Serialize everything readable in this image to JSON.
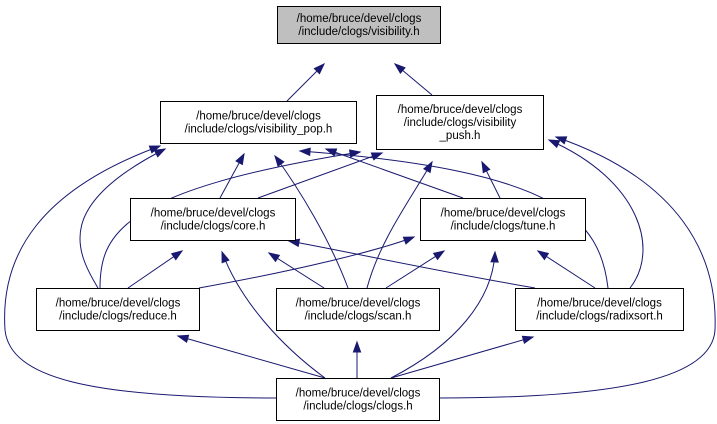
{
  "graph": {
    "edge_color": "#191970",
    "root_fill": "#bfbfbf",
    "nodes": [
      {
        "id": "visibility",
        "name": "node-visibility-h",
        "root": true,
        "lines": [
          "/home/bruce/devel/clogs",
          "/include/clogs/visibility.h"
        ]
      },
      {
        "id": "visibility_pop",
        "name": "node-visibility-pop-h",
        "lines": [
          "/home/bruce/devel/clogs",
          "/include/clogs/visibility_pop.h"
        ]
      },
      {
        "id": "visibility_push",
        "name": "node-visibility-push-h",
        "lines": [
          "/home/bruce/devel/clogs",
          "/include/clogs/visibility",
          "_push.h"
        ]
      },
      {
        "id": "core",
        "name": "node-core-h",
        "lines": [
          "/home/bruce/devel/clogs",
          "/include/clogs/core.h"
        ]
      },
      {
        "id": "tune",
        "name": "node-tune-h",
        "lines": [
          "/home/bruce/devel/clogs",
          "/include/clogs/tune.h"
        ]
      },
      {
        "id": "reduce",
        "name": "node-reduce-h",
        "lines": [
          "/home/bruce/devel/clogs",
          "/include/clogs/reduce.h"
        ]
      },
      {
        "id": "scan",
        "name": "node-scan-h",
        "lines": [
          "/home/bruce/devel/clogs",
          "/include/clogs/scan.h"
        ]
      },
      {
        "id": "radixsort",
        "name": "node-radixsort-h",
        "lines": [
          "/home/bruce/devel/clogs",
          "/include/clogs/radixsort.h"
        ]
      },
      {
        "id": "clogs",
        "name": "node-clogs-h",
        "lines": [
          "/home/bruce/devel/clogs",
          "/include/clogs/clogs.h"
        ]
      }
    ],
    "edges": [
      {
        "from": "visibility_pop",
        "to": "visibility"
      },
      {
        "from": "visibility_push",
        "to": "visibility"
      },
      {
        "from": "core",
        "to": "visibility_pop"
      },
      {
        "from": "tune",
        "to": "visibility_pop"
      },
      {
        "from": "reduce",
        "to": "visibility_pop"
      },
      {
        "from": "scan",
        "to": "visibility_pop"
      },
      {
        "from": "radixsort",
        "to": "visibility_pop"
      },
      {
        "from": "clogs",
        "to": "visibility_pop"
      },
      {
        "from": "core",
        "to": "visibility_push"
      },
      {
        "from": "tune",
        "to": "visibility_push"
      },
      {
        "from": "reduce",
        "to": "visibility_push"
      },
      {
        "from": "scan",
        "to": "visibility_push"
      },
      {
        "from": "radixsort",
        "to": "visibility_push"
      },
      {
        "from": "clogs",
        "to": "visibility_push"
      },
      {
        "from": "reduce",
        "to": "core"
      },
      {
        "from": "scan",
        "to": "core"
      },
      {
        "from": "radixsort",
        "to": "core"
      },
      {
        "from": "clogs",
        "to": "core"
      },
      {
        "from": "reduce",
        "to": "tune"
      },
      {
        "from": "scan",
        "to": "tune"
      },
      {
        "from": "radixsort",
        "to": "tune"
      },
      {
        "from": "clogs",
        "to": "tune"
      },
      {
        "from": "clogs",
        "to": "reduce"
      },
      {
        "from": "clogs",
        "to": "scan"
      },
      {
        "from": "clogs",
        "to": "radixsort"
      }
    ]
  }
}
